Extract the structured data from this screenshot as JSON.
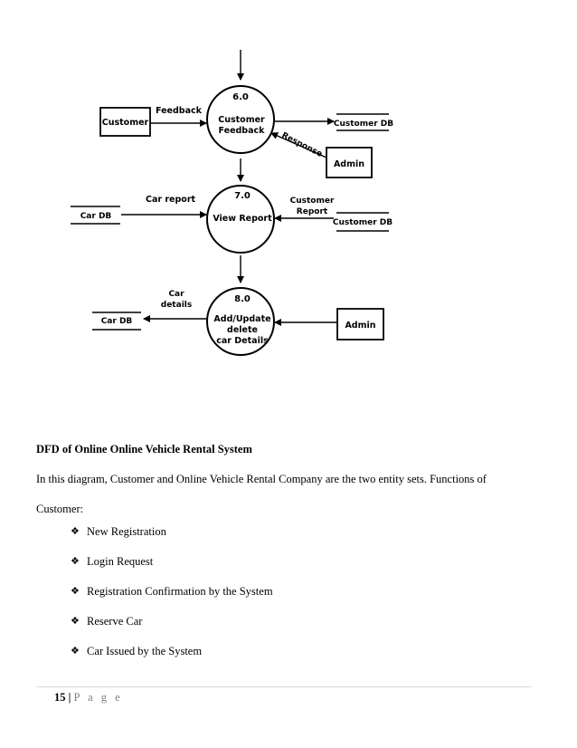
{
  "diagram": {
    "processes": [
      {
        "id": "6.0",
        "lines": [
          "Customer",
          "Feedback"
        ]
      },
      {
        "id": "7.0",
        "lines": [
          "View Report"
        ]
      },
      {
        "id": "8.0",
        "lines": [
          "Add/Update",
          "delete",
          "car Details"
        ]
      }
    ],
    "entities": {
      "customer": "Customer",
      "admin_top": "Admin",
      "admin_bottom": "Admin"
    },
    "stores": {
      "customer_db_1": "Customer DB",
      "customer_db_2": "Customer DB",
      "car_db_1": "Car DB",
      "car_db_2": "Car DB"
    },
    "flows": {
      "feedback": "Feedback",
      "response": "Response",
      "car_report": "Car report",
      "customer_report": [
        "Customer",
        "Report"
      ],
      "car_details": [
        "Car",
        "details"
      ]
    }
  },
  "caption": "DFD of Online Online Vehicle Rental  System",
  "paragraph": {
    "line1": "In this diagram, Customer and Online Vehicle Rental  Company are the two entity sets. Functions of",
    "line2": "Customer:"
  },
  "bullet_icon": "diamond-bullet-icon",
  "bullets": [
    "New Registration",
    "Login Request",
    "Registration Confirmation by the System",
    "Reserve Car",
    "Car Issued by the System"
  ],
  "footer": {
    "page_number": "15",
    "separator": " | ",
    "page_word": "P a g e"
  }
}
